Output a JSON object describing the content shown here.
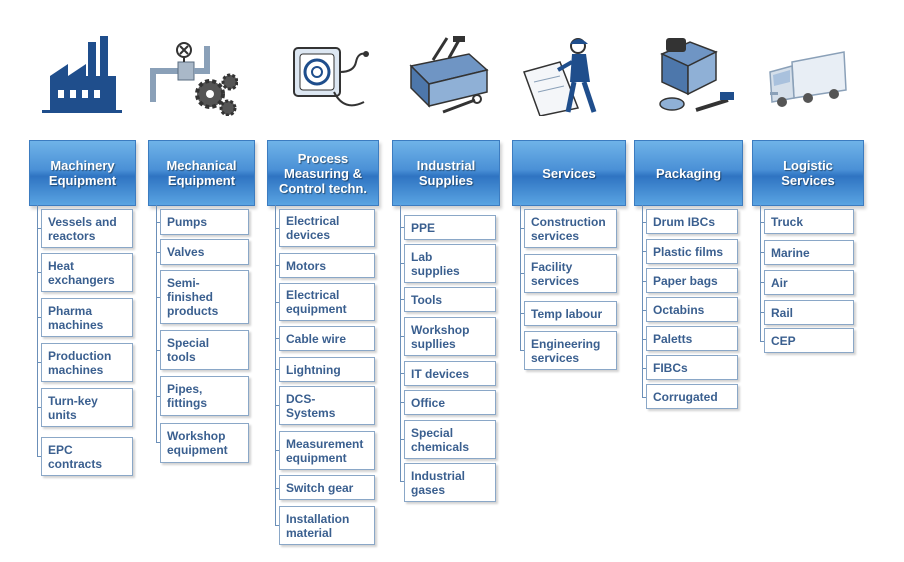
{
  "columns": [
    {
      "id": "machinery",
      "icon": "factory-icon",
      "header": "Machinery\nEquipment",
      "items": [
        "Vessels and\nreactors",
        "Heat\nexchangers",
        "Pharma\nmachines",
        "Production\nmachines",
        "Turn-key\nunits",
        "EPC\ncontracts"
      ]
    },
    {
      "id": "mechanical",
      "icon": "valve-gears-icon",
      "header": "Mechanical\nEquipment",
      "items": [
        "Pumps",
        "Valves",
        "Semi-\nfinished\nproducts",
        "Special\ntools",
        "Pipes,\nfittings",
        "Workshop\nequipment"
      ]
    },
    {
      "id": "process",
      "icon": "gauge-sensor-icon",
      "header": "Process\nMeasuring &\nControl techn.",
      "items": [
        "Electrical\ndevices",
        "Motors",
        "Electrical\nequipment",
        "Cable wire",
        "Lightning",
        "DCS-\nSystems",
        "Measurement\nequipment",
        "Switch gear",
        "Installation\nmaterial"
      ]
    },
    {
      "id": "industrial",
      "icon": "toolbox-icon",
      "header": "Industrial\nSupplies",
      "items": [
        "PPE",
        "Lab\nsupplies",
        "Tools",
        "Workshop\nsupllies",
        "IT devices",
        "Office",
        "Special\nchemicals",
        "Industrial\ngases"
      ]
    },
    {
      "id": "services",
      "icon": "engineer-blueprint-icon",
      "header": "Services",
      "items": [
        "Construction\nservices",
        "Facility\nservices",
        "Temp labour",
        "Engineering\nservices"
      ]
    },
    {
      "id": "packaging",
      "icon": "packaging-boxes-icon",
      "header": "Packaging",
      "items": [
        "Drum IBCs",
        "Plastic films",
        "Paper bags",
        "Octabins",
        "Paletts",
        "FIBCs",
        "Corrugated"
      ]
    },
    {
      "id": "logistic",
      "icon": "truck-icon",
      "header": "Logistic\nServices",
      "items": [
        "Truck",
        "Marine",
        "Air",
        "Rail",
        "CEP"
      ]
    }
  ],
  "colors": {
    "header_top": "#6fb3e8",
    "header_mid": "#2f74c2",
    "item_text": "#3a5f8f",
    "item_border": "#8aa7c7",
    "icon_blue": "#1f4e8c"
  }
}
